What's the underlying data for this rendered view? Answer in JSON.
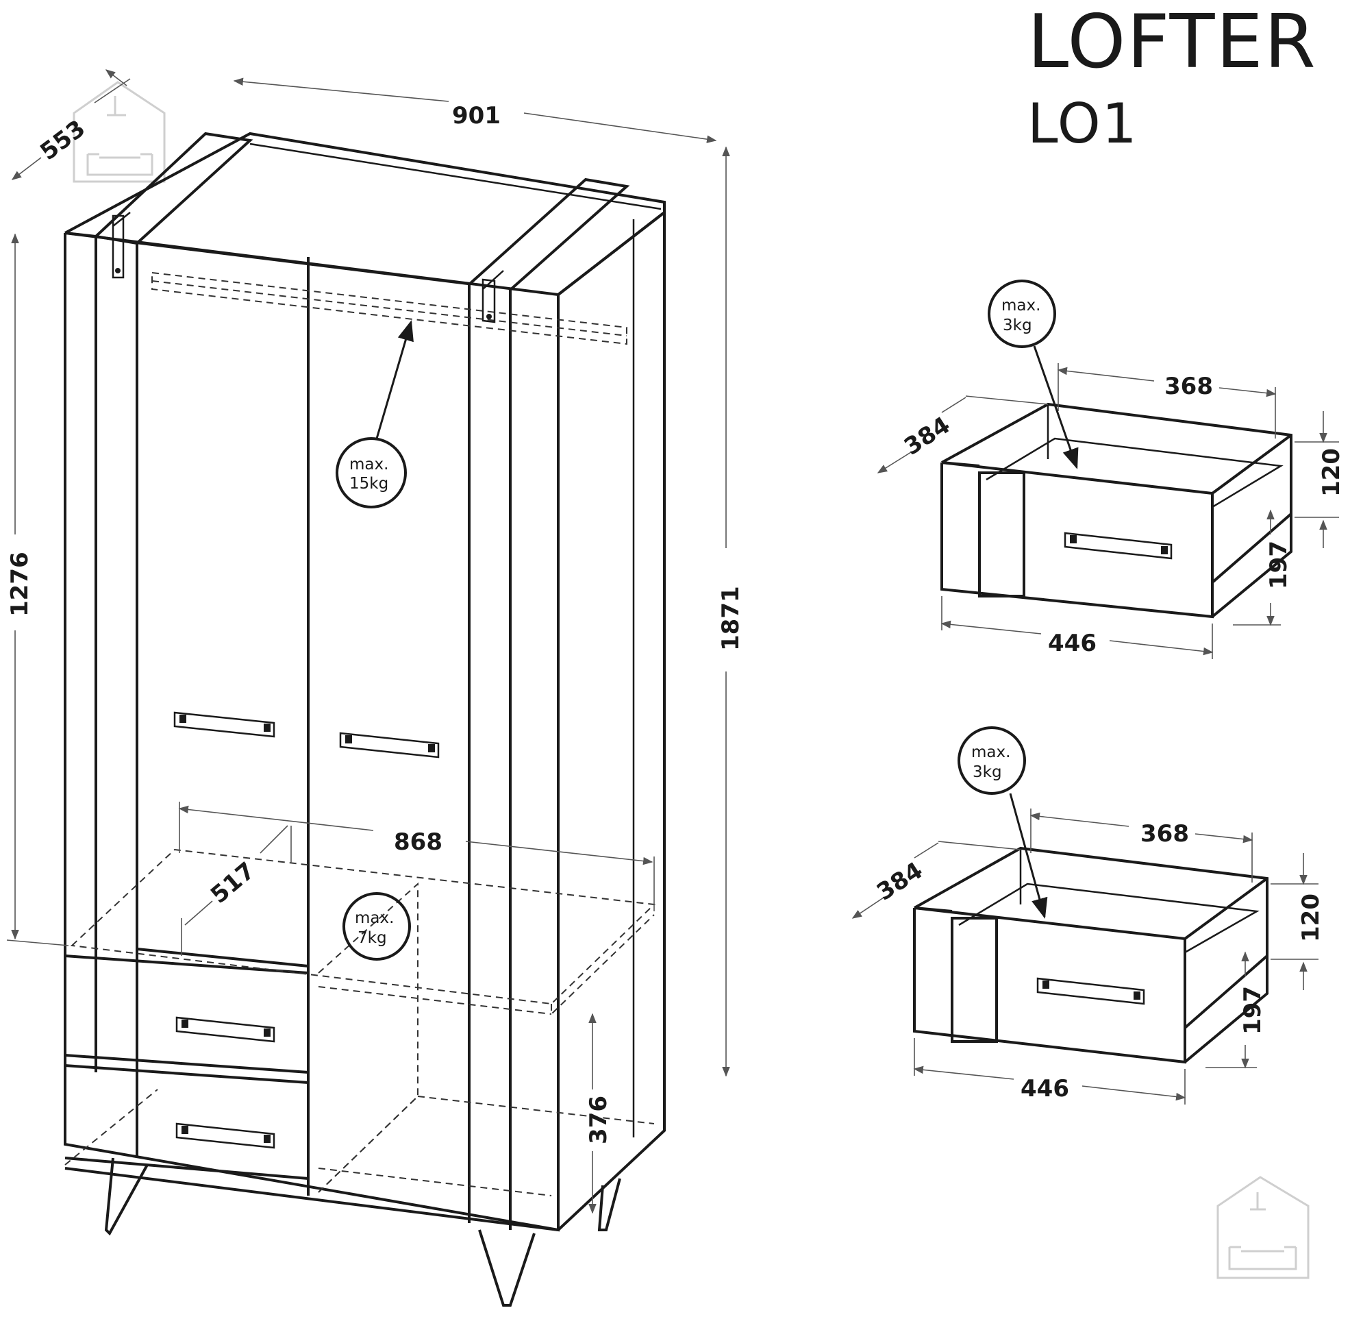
{
  "title": {
    "product": "LOFTER",
    "model": "LO1"
  },
  "wardrobe": {
    "width": "901",
    "depth": "553",
    "height": "1871",
    "inner_height": "1276",
    "shelf_width": "868",
    "shelf_depth": "517",
    "lower_compartment_height": "376",
    "rail_load": {
      "line1": "max.",
      "line2": "15kg"
    },
    "shelf_load": {
      "line1": "max.",
      "line2": "7kg"
    }
  },
  "drawer_top": {
    "inner_width": "368",
    "depth": "384",
    "front_width": "446",
    "inner_height": "120",
    "front_height": "197",
    "load": {
      "line1": "max.",
      "line2": "3kg"
    }
  },
  "drawer_bottom": {
    "inner_width": "368",
    "depth": "384",
    "front_width": "446",
    "inner_height": "120",
    "front_height": "197",
    "load": {
      "line1": "max.",
      "line2": "3kg"
    }
  },
  "colors": {
    "ink": "#1a1a1a",
    "dimension": "#555555",
    "watermark": "#cfcfcf"
  },
  "icons": [
    "house-sofa-watermark-icon",
    "house-sofa-watermark-icon"
  ]
}
